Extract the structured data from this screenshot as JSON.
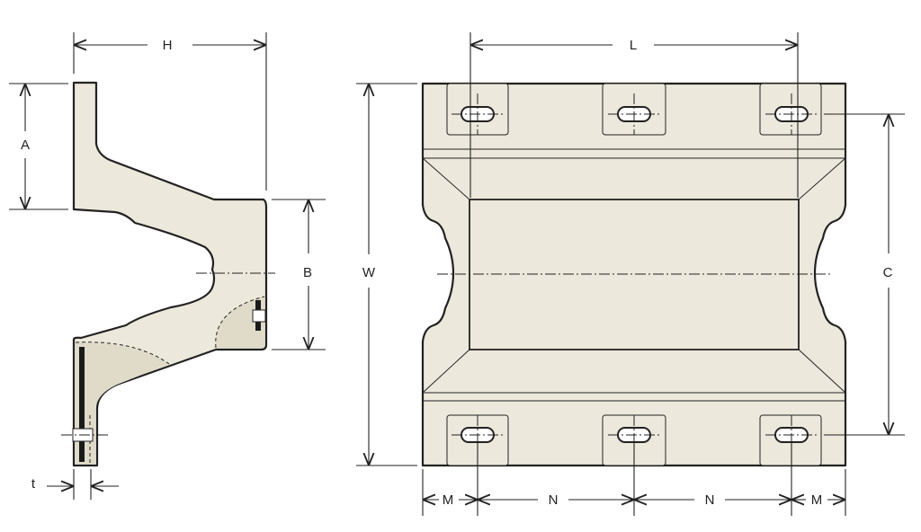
{
  "diagram": {
    "labels": {
      "H": "H",
      "A": "A",
      "B": "B",
      "t": "t",
      "L": "L",
      "W": "W",
      "C": "C",
      "M_left": "M",
      "N_left": "N",
      "N_right": "N",
      "M_right": "M"
    }
  }
}
